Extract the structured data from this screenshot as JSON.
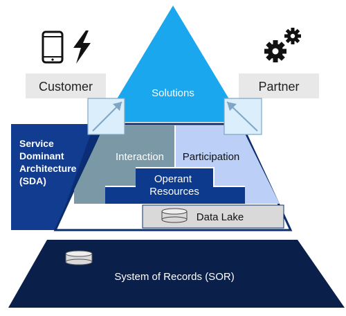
{
  "labels": {
    "customer": "Customer",
    "partner": "Partner",
    "solutions": "Solutions",
    "sda_line1": "Service",
    "sda_line2": "Dominant",
    "sda_line3": "Architecture",
    "sda_line4": "(SDA)",
    "interaction": "Interaction",
    "participation": "Participation",
    "operant_line1": "Operant",
    "operant_line2": "Resources",
    "data_lake": "Data Lake",
    "sor": "System of Records (SOR)"
  },
  "icons": {
    "customer_icons": [
      "mobile-phone-icon",
      "lightning-bolt-icon"
    ],
    "partner_icons": [
      "gears-icon"
    ],
    "data_lake_icon": "database-icon",
    "sor_icon": "database-icon"
  },
  "colors": {
    "solutions": "#1aa7ee",
    "sda_panel": "#113c8f",
    "interaction": "#7a98a5",
    "participation": "#bcd0f7",
    "operant": "#0d3a8d",
    "data_lake": "#d9d9d9",
    "sor": "#0b1f4b",
    "label_box": "#e8e8e8",
    "connector": "#dbeefb"
  }
}
